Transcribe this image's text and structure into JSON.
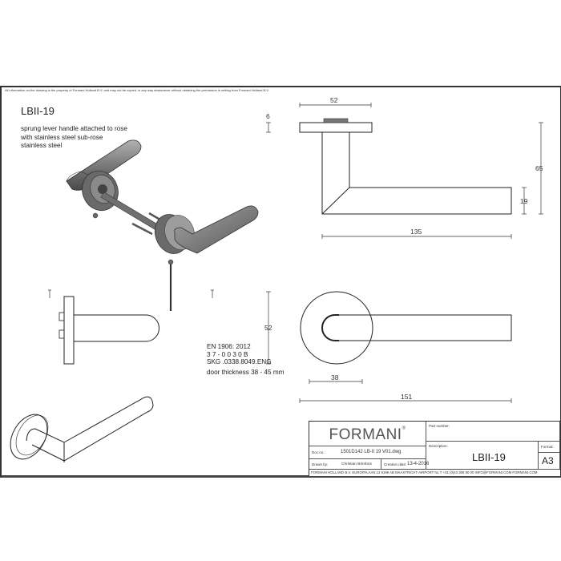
{
  "sheet": {
    "notice": "All information on the drawing is the property of Formani Holland B.V. and may not be copied, in any way whatsoever without obtaining the permission in writing from Formani Holland B.V."
  },
  "product": {
    "title": "LBII-19",
    "description": [
      "sprung lever handle attached to rose",
      "with stainless steel sub-rose",
      "stainless steel"
    ]
  },
  "specs": {
    "standard": "EN 1906: 2012",
    "code": "3 7 - 0 0 3 0 B",
    "skg": "SKG .0338.8049.ENG",
    "door_thickness": "door thickness 38 - 45 mm"
  },
  "dimensions": {
    "rose_width": "52",
    "rose_thickness": "6",
    "height": "65",
    "lever_thickness": "19",
    "lever_length": "135",
    "rose_diameter": "52",
    "rose_offset": "38",
    "total_length": "151"
  },
  "title_block": {
    "brand": "FORMANI",
    "brand_mark": "®",
    "doc_no_label": "Doc.no.:",
    "doc_no": "1501D142 LB-II 19 V01.dwg",
    "drawn_by_label": "Drawn by:",
    "drawn_by": "Christian Brimbos",
    "creation_date_label": "Creation date:",
    "creation_date": "13-4-2016",
    "part_number_label": "Part number:",
    "part_number": "",
    "description_label": "Description:",
    "description": "LBII-19",
    "format_label": "Format:",
    "format": "A3",
    "footer": "FORMANI HOLLAND B.V.  EUROPALAAN 12  6199 AB MAASTRICHT-AIRPORT NL  T +31 (0)43 308 90 00 INFO@FORMANI.COM FORMANI.COM"
  },
  "colors": {
    "line": "#222222",
    "metal_dark": "#5a5a5a",
    "metal_light": "#9a9a9a"
  }
}
